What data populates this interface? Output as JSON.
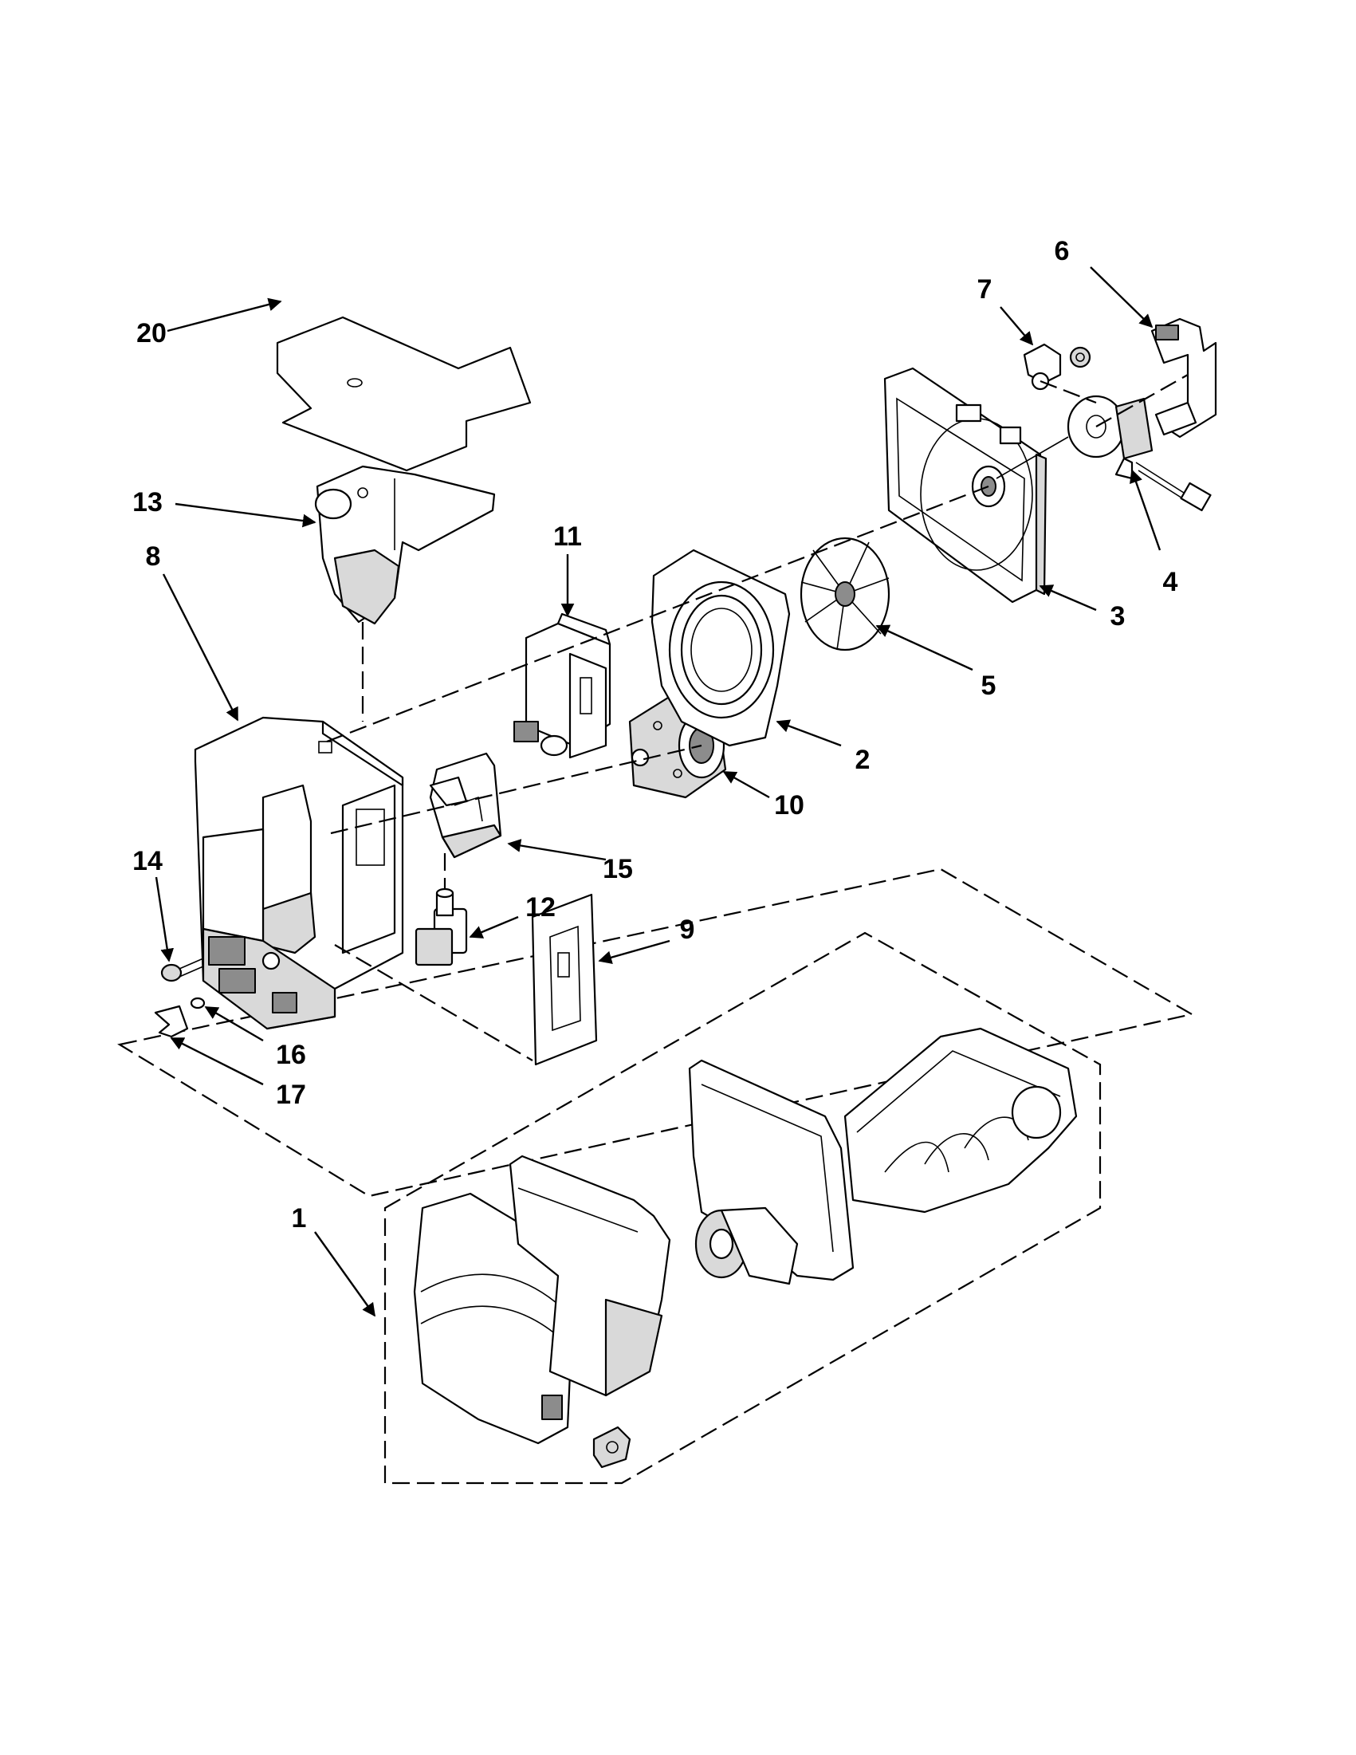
{
  "diagram": {
    "callouts": [
      {
        "id": "c1",
        "label": "1"
      },
      {
        "id": "c2",
        "label": "2"
      },
      {
        "id": "c3",
        "label": "3"
      },
      {
        "id": "c4",
        "label": "4"
      },
      {
        "id": "c5",
        "label": "5"
      },
      {
        "id": "c6",
        "label": "6"
      },
      {
        "id": "c7",
        "label": "7"
      },
      {
        "id": "c8",
        "label": "8"
      },
      {
        "id": "c9",
        "label": "9"
      },
      {
        "id": "c10",
        "label": "10"
      },
      {
        "id": "c11",
        "label": "11"
      },
      {
        "id": "c12",
        "label": "12"
      },
      {
        "id": "c13",
        "label": "13"
      },
      {
        "id": "c14",
        "label": "14"
      },
      {
        "id": "c15",
        "label": "15"
      },
      {
        "id": "c16",
        "label": "16"
      },
      {
        "id": "c17",
        "label": "17"
      },
      {
        "id": "c20",
        "label": "20"
      }
    ]
  }
}
